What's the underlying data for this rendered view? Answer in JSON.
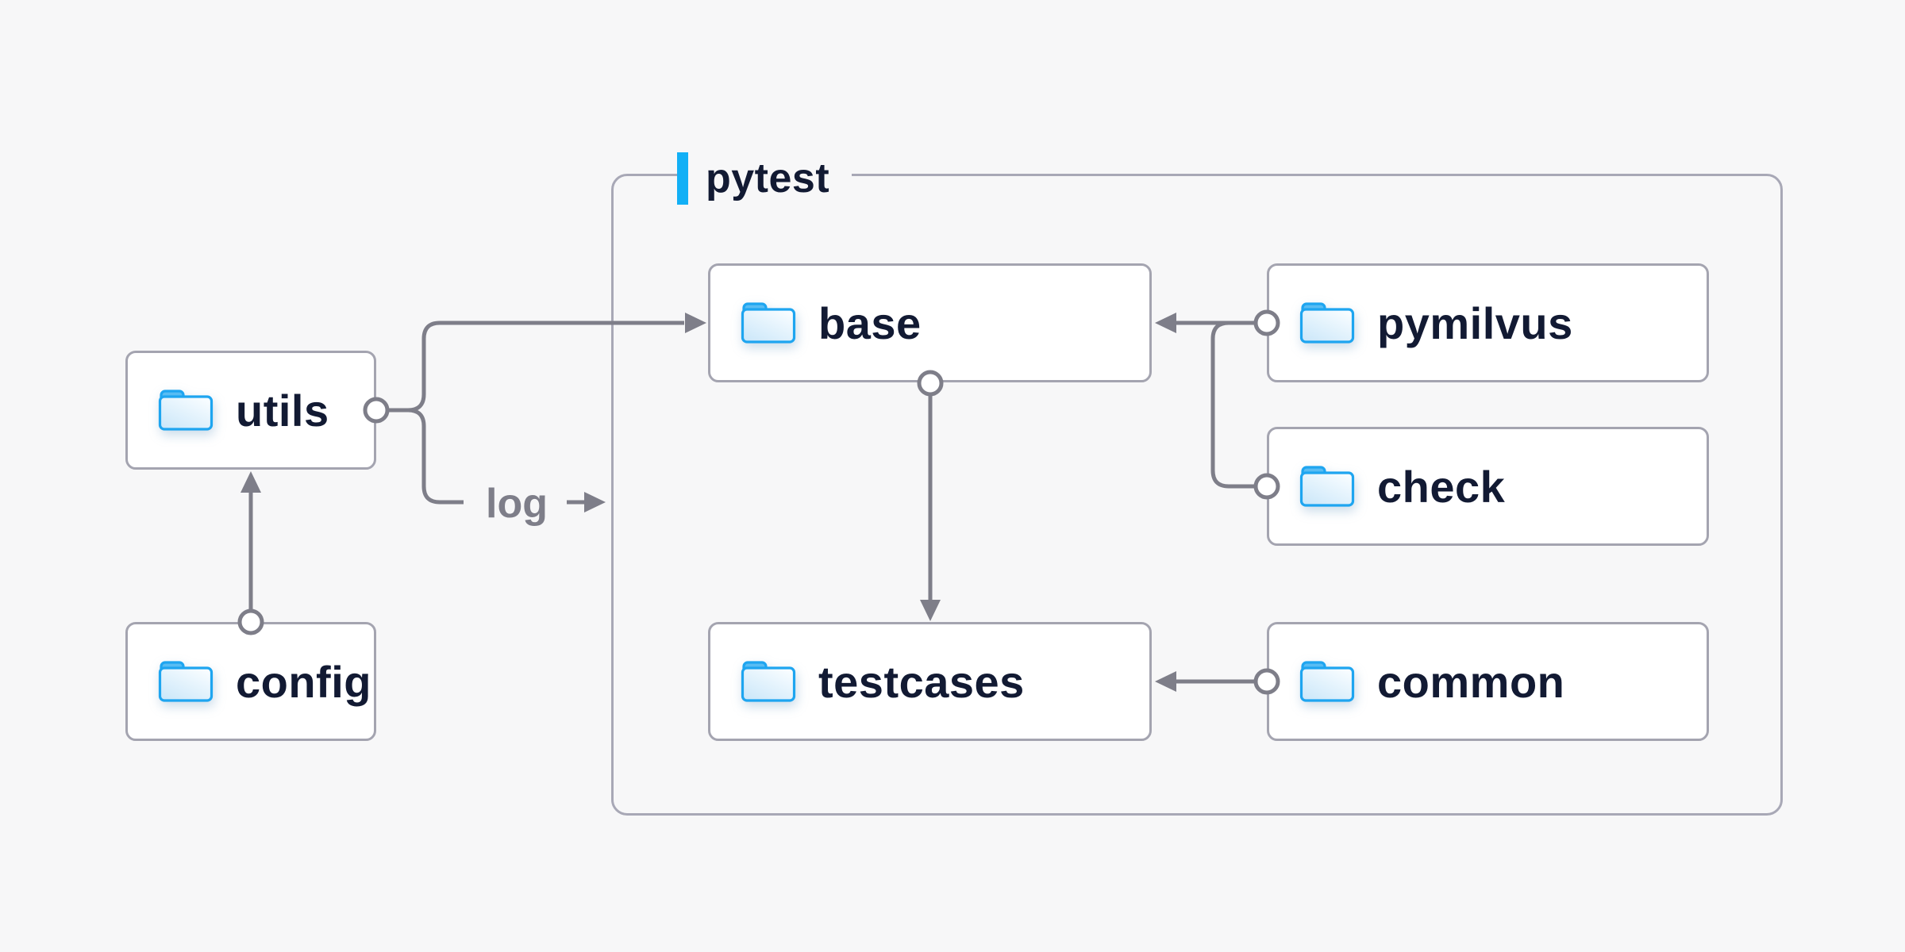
{
  "diagram": {
    "title": "pytest folder structure diagram",
    "background": "#f7f7f8"
  },
  "container": {
    "label": "pytest",
    "accent_color": "#12b0f6",
    "border_color": "#a8a8b6"
  },
  "nodes": {
    "utils": {
      "label": "utils",
      "icon": "folder-icon",
      "inside_container": false
    },
    "config": {
      "label": "config",
      "icon": "folder-icon",
      "inside_container": false
    },
    "base": {
      "label": "base",
      "icon": "folder-icon",
      "inside_container": true
    },
    "pymilvus": {
      "label": "pymilvus",
      "icon": "folder-icon",
      "inside_container": true
    },
    "check": {
      "label": "check",
      "icon": "folder-icon",
      "inside_container": true
    },
    "testcases": {
      "label": "testcases",
      "icon": "folder-icon",
      "inside_container": true
    },
    "common": {
      "label": "common",
      "icon": "folder-icon",
      "inside_container": true
    }
  },
  "edges": {
    "log_label": "log",
    "list": [
      {
        "from": "config",
        "to": "utils",
        "style": "circle-start arrow-end"
      },
      {
        "from": "utils",
        "to": "base",
        "style": "circle-start arrow-end, forked"
      },
      {
        "from": "utils",
        "to": "log",
        "style": "fork branch ending at log label with small arrow into pytest container"
      },
      {
        "from": "pymilvus",
        "to": "base",
        "style": "circle-start arrow-end"
      },
      {
        "from": "check",
        "to": "base",
        "style": "circle-start, merges into pymilvus line"
      },
      {
        "from": "base",
        "to": "testcases",
        "style": "circle-start arrow-end"
      },
      {
        "from": "common",
        "to": "testcases",
        "style": "circle-start arrow-end"
      }
    ]
  },
  "colors": {
    "background": "#f7f7f8",
    "node_background": "#ffffff",
    "node_border": "#a4a4b0",
    "container_border": "#a8a8b6",
    "wire_gray": "#7e7e89",
    "text_navy": "#121a33",
    "accent_blue": "#12b0f6",
    "folder_outline": "#1ea5f0",
    "folder_tab": "#58bcf3",
    "folder_body_light": "#f7fcff",
    "folder_body_shade": "#c9e6f9"
  }
}
